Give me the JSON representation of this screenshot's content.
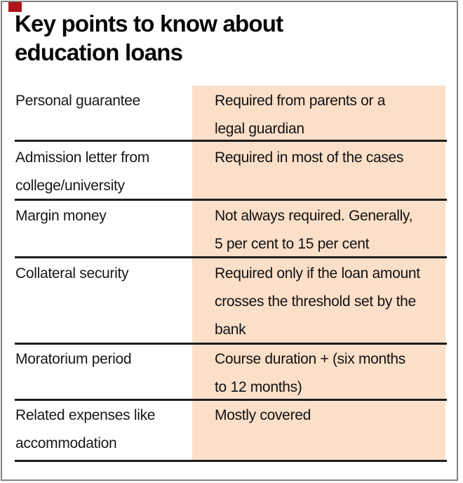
{
  "title": "Key points to know about\neducation loans",
  "rows": [
    {
      "label": "Personal guarantee",
      "value": "Required from parents or a\nlegal guardian"
    },
    {
      "label": "Admission letter from\ncollege/university",
      "value": "Required in most of the cases"
    },
    {
      "label": "Margin money",
      "value": "Not always required. Generally,\n5 per cent to 15 per cent"
    },
    {
      "label": "Collateral security",
      "value": "Required only if the loan amount\ncrosses the threshold set by  the\nbank"
    },
    {
      "label": "Moratorium period",
      "value": "Course duration + (six months\nto 12 months)"
    },
    {
      "label": "Related expenses like\naccommodation",
      "value": "Mostly covered"
    }
  ],
  "colors": {
    "accent_square": "#b11419",
    "value_column_background": "#fbdfc9",
    "divider": "#1d1d1d",
    "frame_border": "#818181",
    "title_text": "#050505",
    "body_text": "#141414"
  }
}
